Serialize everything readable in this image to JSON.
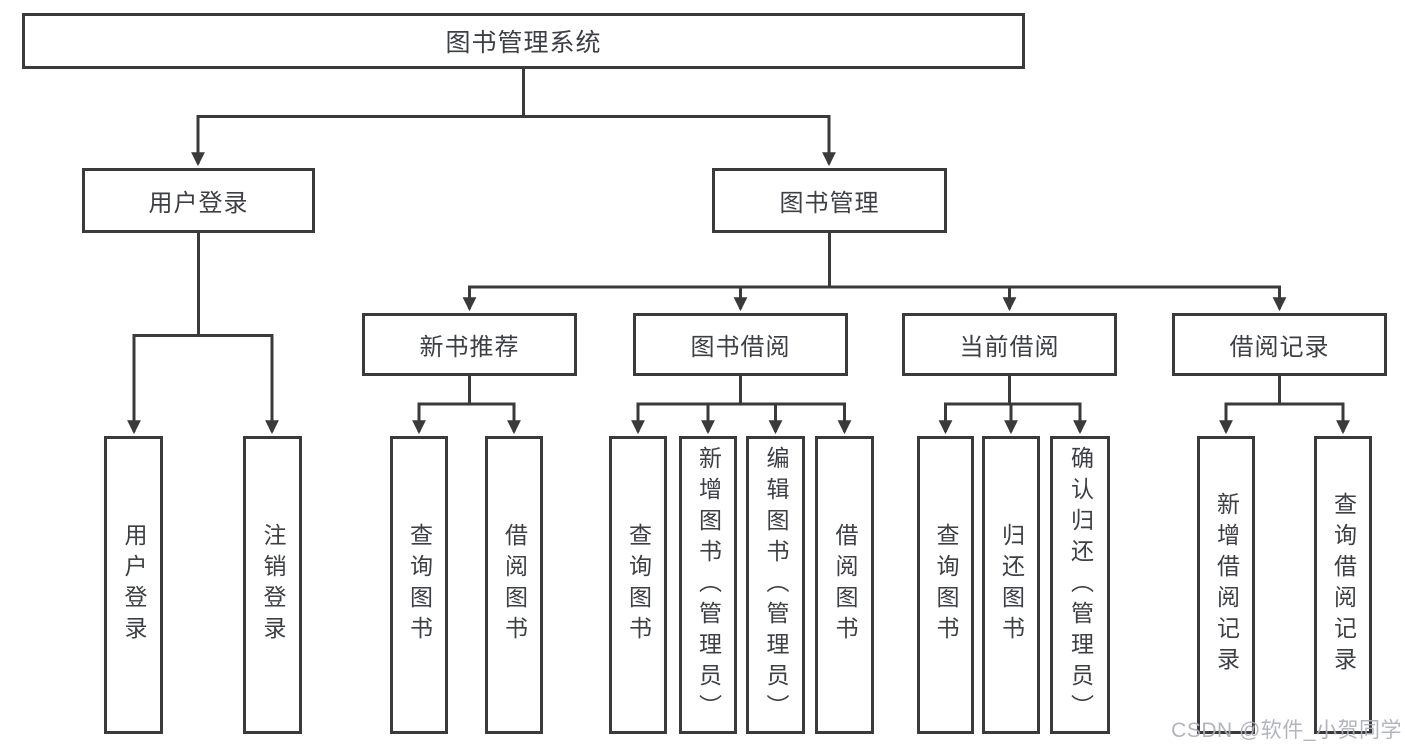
{
  "diagram": {
    "title": "图书管理系统",
    "root_label": "图书管理系统",
    "level2": {
      "login": "用户登录",
      "book_management": "图书管理"
    },
    "level3": {
      "new_book_recommend": "新书推荐",
      "book_borrow": "图书借阅",
      "current_borrow": "当前借阅",
      "borrow_records": "借阅记录"
    },
    "leaves": {
      "login_group": [
        "用户登录",
        "注销登录"
      ],
      "recommend_group": [
        "查询图书",
        "借阅图书"
      ],
      "borrow_group": [
        "查询图书",
        "新增图书（管理员）",
        "编辑图书（管理员）",
        "借阅图书"
      ],
      "current_group": [
        "查询图书",
        "归还图书",
        "确认归还（管理员）"
      ],
      "records_group": [
        "新增借阅记录",
        "查询借阅记录"
      ]
    },
    "colors": {
      "line": "#3a3a3c",
      "box_border": "#3a3a3c",
      "text": "#3d3f44",
      "watermark": "#acaeb6",
      "background": "#ffffff"
    },
    "watermark": "CSDN @软件_小贺同学"
  }
}
